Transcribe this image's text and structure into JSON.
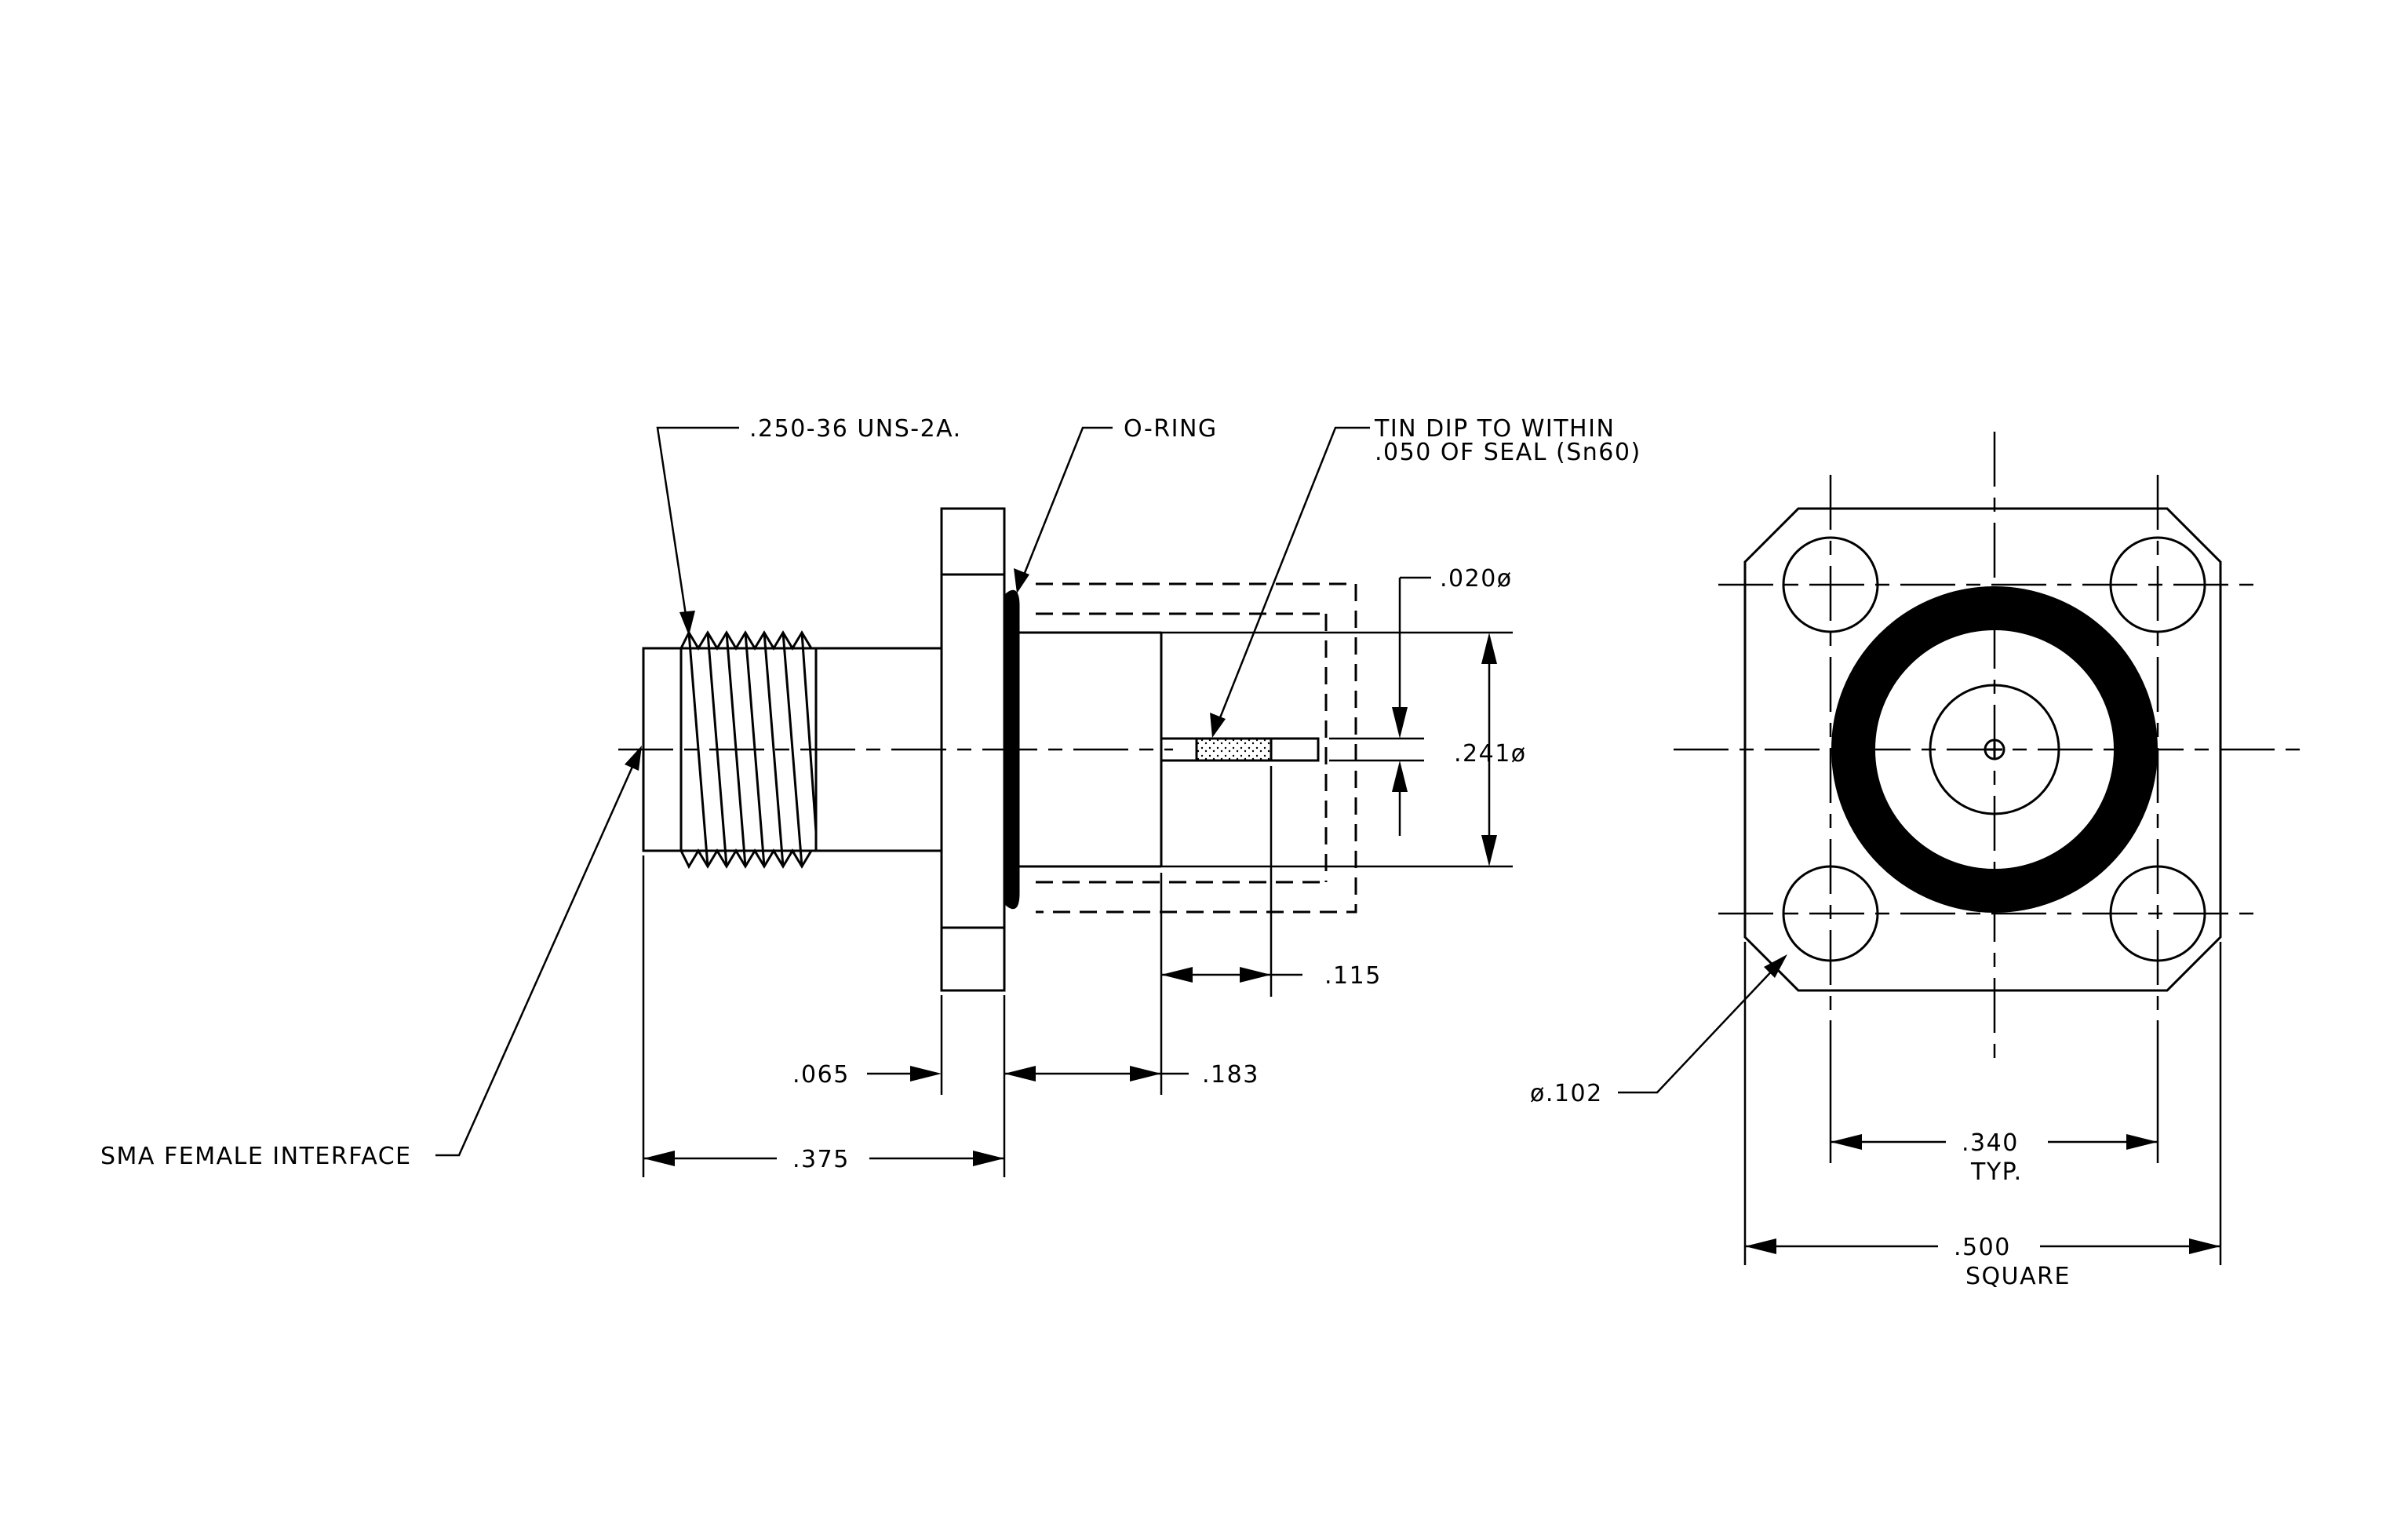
{
  "side_view": {
    "thread_callout": ".250-36 UNS-2A.",
    "oring_callout": "O-RING",
    "tin_dip_line1": "TIN DIP TO WITHIN",
    "tin_dip_line2": ".050 OF SEAL (Sn60)",
    "pin_dia": ".020ø",
    "body_dia": ".241ø",
    "pin_length": ".115",
    "flange_thickness": ".065",
    "body_length": ".183",
    "overall_length": ".375",
    "interface_callout": "SMA FEMALE INTERFACE"
  },
  "front_view": {
    "hole_dia": "ø.102",
    "hole_spacing": ".340",
    "hole_spacing_note": "TYP.",
    "flange_size": ".500",
    "flange_size_note": "SQUARE"
  }
}
